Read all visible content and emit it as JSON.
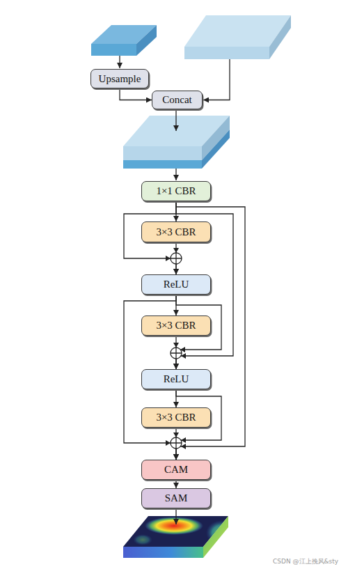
{
  "diagram": {
    "nodes": [
      {
        "text": [
          "Upsample"
        ]
      },
      {
        "text": [
          "Concat"
        ]
      },
      {
        "text": [
          "1×1 CBR"
        ]
      },
      {
        "text": [
          "3×3 CBR"
        ]
      },
      {
        "text": [
          "ReLU"
        ]
      },
      {
        "text": [
          "3×3 CBR"
        ]
      },
      {
        "text": [
          "ReLU"
        ]
      },
      {
        "text": [
          "3×3 CBR"
        ]
      },
      {
        "text": [
          "CAM"
        ]
      },
      {
        "text": [
          "SAM"
        ]
      }
    ],
    "edges": [
      {
        "from": 0,
        "to": 1,
        "arrow": "to"
      },
      {
        "from": 2,
        "to": 3,
        "arrow": "to"
      },
      {
        "from": 3,
        "to": 4,
        "arrow": "to"
      },
      {
        "from": 2,
        "to": 4,
        "arrow": "to"
      },
      {
        "from": 4,
        "to": 5,
        "arrow": "to"
      },
      {
        "from": 5,
        "to": 6,
        "arrow": "to"
      },
      {
        "from": 2,
        "to": 6,
        "arrow": "to"
      },
      {
        "from": 4,
        "to": 6,
        "arrow": "to"
      },
      {
        "from": 6,
        "to": 7,
        "arrow": "to"
      },
      {
        "from": 7,
        "to": 8,
        "arrow": "to"
      },
      {
        "from": 6,
        "to": 8,
        "arrow": "to"
      },
      {
        "from": 4,
        "to": 8,
        "arrow": "to"
      },
      {
        "from": 2,
        "to": 8,
        "arrow": "to"
      },
      {
        "from": 8,
        "to": 9,
        "arrow": "to"
      }
    ],
    "labels": [
      "CSDN @江上挽风&sty"
    ]
  }
}
